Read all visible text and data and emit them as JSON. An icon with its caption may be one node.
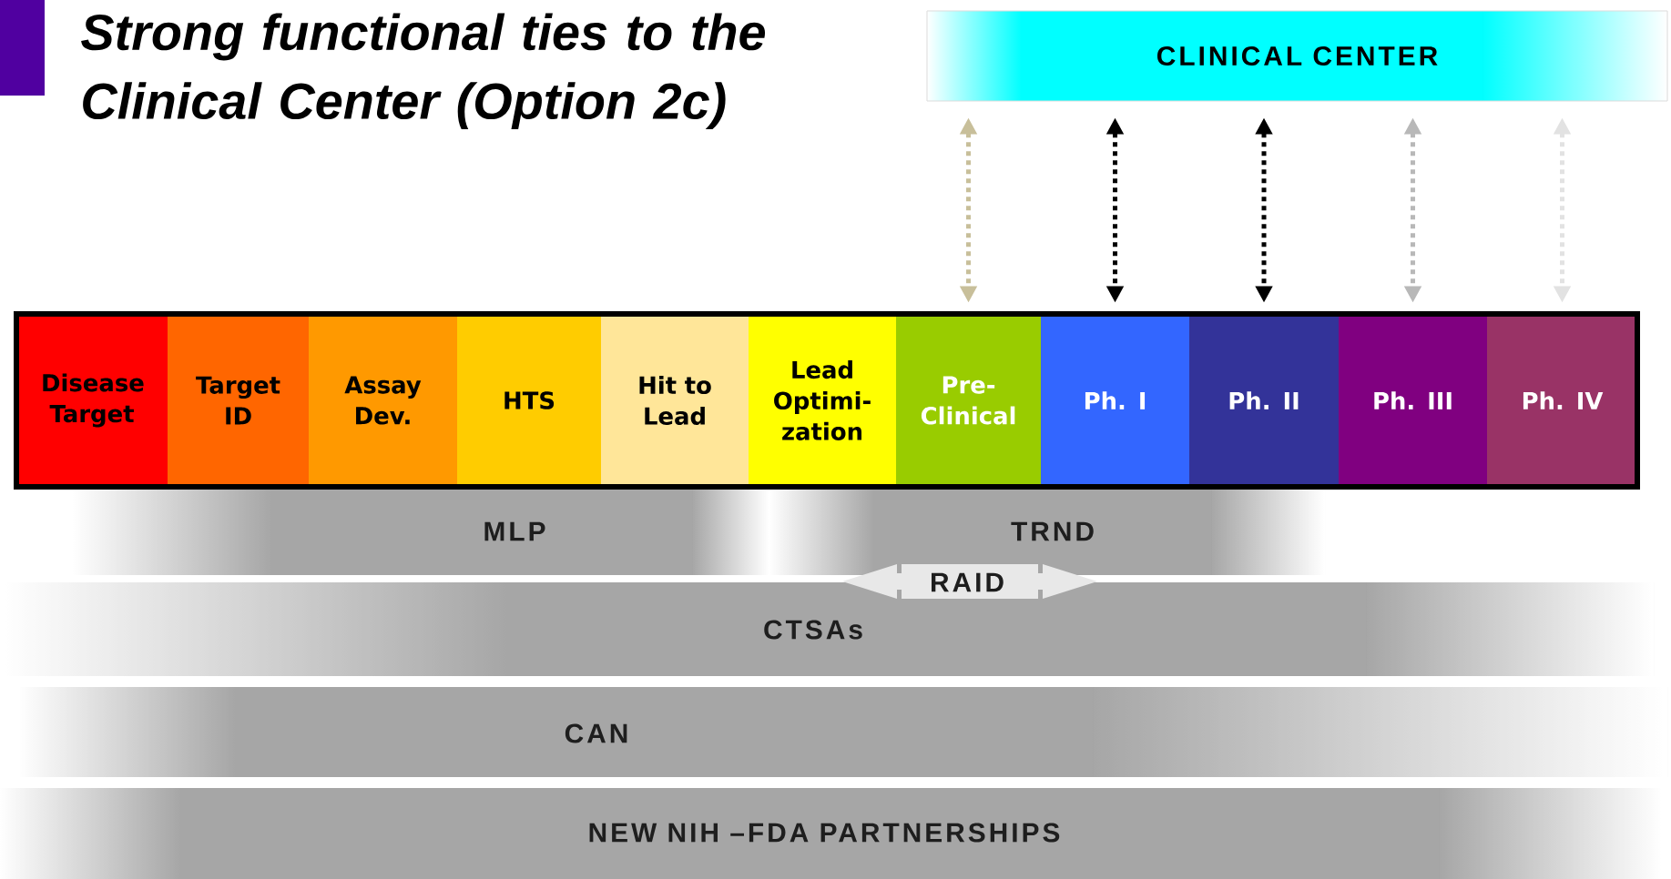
{
  "diagram": {
    "title": "Strong functional ties to the Clinical Center (Option 2c)",
    "nodes": [
      {
        "text": [
          "CLINICAL CENTER"
        ]
      },
      {
        "text": [
          "Disease Target"
        ]
      },
      {
        "text": [
          "Target ID"
        ]
      },
      {
        "text": [
          "Assay Dev."
        ]
      },
      {
        "text": [
          "HTS"
        ]
      },
      {
        "text": [
          "Hit to Lead"
        ]
      },
      {
        "text": [
          "Lead Optimi- zation"
        ]
      },
      {
        "text": [
          "Pre- Clinical"
        ]
      },
      {
        "text": [
          "Ph. I"
        ]
      },
      {
        "text": [
          "Ph. II"
        ]
      },
      {
        "text": [
          "Ph. III"
        ]
      },
      {
        "text": [
          "Ph. IV"
        ]
      },
      {
        "text": [
          "MLP"
        ]
      },
      {
        "text": [
          "TRND"
        ]
      },
      {
        "text": [
          "RAID"
        ]
      },
      {
        "text": [
          "CTSAs"
        ]
      },
      {
        "text": [
          "CAN"
        ]
      },
      {
        "text": [
          "NEW NIH –FDA PARTNERSHIPS"
        ]
      }
    ],
    "edges": [
      {
        "from": 0,
        "to": 7,
        "arrow": "both",
        "style": "dashed",
        "color": "#c8bf9a"
      },
      {
        "from": 0,
        "to": 8,
        "arrow": "both",
        "style": "dashed",
        "color": "#000000"
      },
      {
        "from": 0,
        "to": 9,
        "arrow": "both",
        "style": "dashed",
        "color": "#000000"
      },
      {
        "from": 0,
        "to": 10,
        "arrow": "both",
        "style": "dashed",
        "color": "#b8b8b8"
      },
      {
        "from": 0,
        "to": 11,
        "arrow": "both",
        "style": "dashed",
        "color": "#e2e2e2"
      }
    ]
  }
}
